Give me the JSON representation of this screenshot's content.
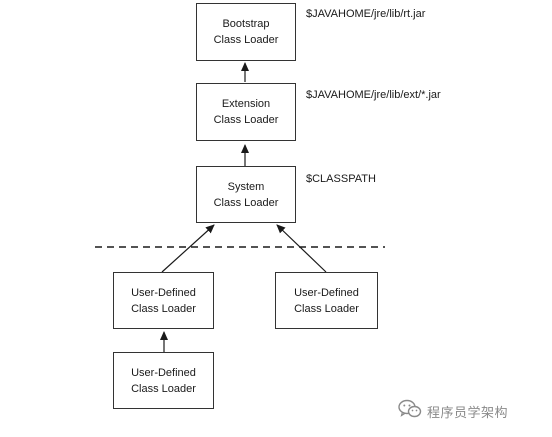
{
  "diagram": {
    "nodes": {
      "bootstrap": {
        "line1": "Bootstrap",
        "line2": "Class Loader"
      },
      "extension": {
        "line1": "Extension",
        "line2": "Class Loader"
      },
      "system": {
        "line1": "System",
        "line2": "Class Loader"
      },
      "user_left": {
        "line1": "User-Defined",
        "line2": "Class Loader"
      },
      "user_right": {
        "line1": "User-Defined",
        "line2": "Class Loader"
      },
      "user_bottom": {
        "line1": "User-Defined",
        "line2": "Class Loader"
      }
    },
    "paths": {
      "bootstrap": "$JAVAHOME/jre/lib/rt.jar",
      "extension": "$JAVAHOME/jre/lib/ext/*.jar",
      "system": "$CLASSPATH"
    },
    "edges": [
      {
        "from": "extension",
        "to": "bootstrap"
      },
      {
        "from": "system",
        "to": "extension"
      },
      {
        "from": "user_left",
        "to": "system"
      },
      {
        "from": "user_right",
        "to": "system"
      },
      {
        "from": "user_bottom",
        "to": "user_left"
      }
    ]
  },
  "watermark": {
    "text": "程序员学架构",
    "icon": "wechat-icon",
    "color": "#8a8a8a"
  }
}
